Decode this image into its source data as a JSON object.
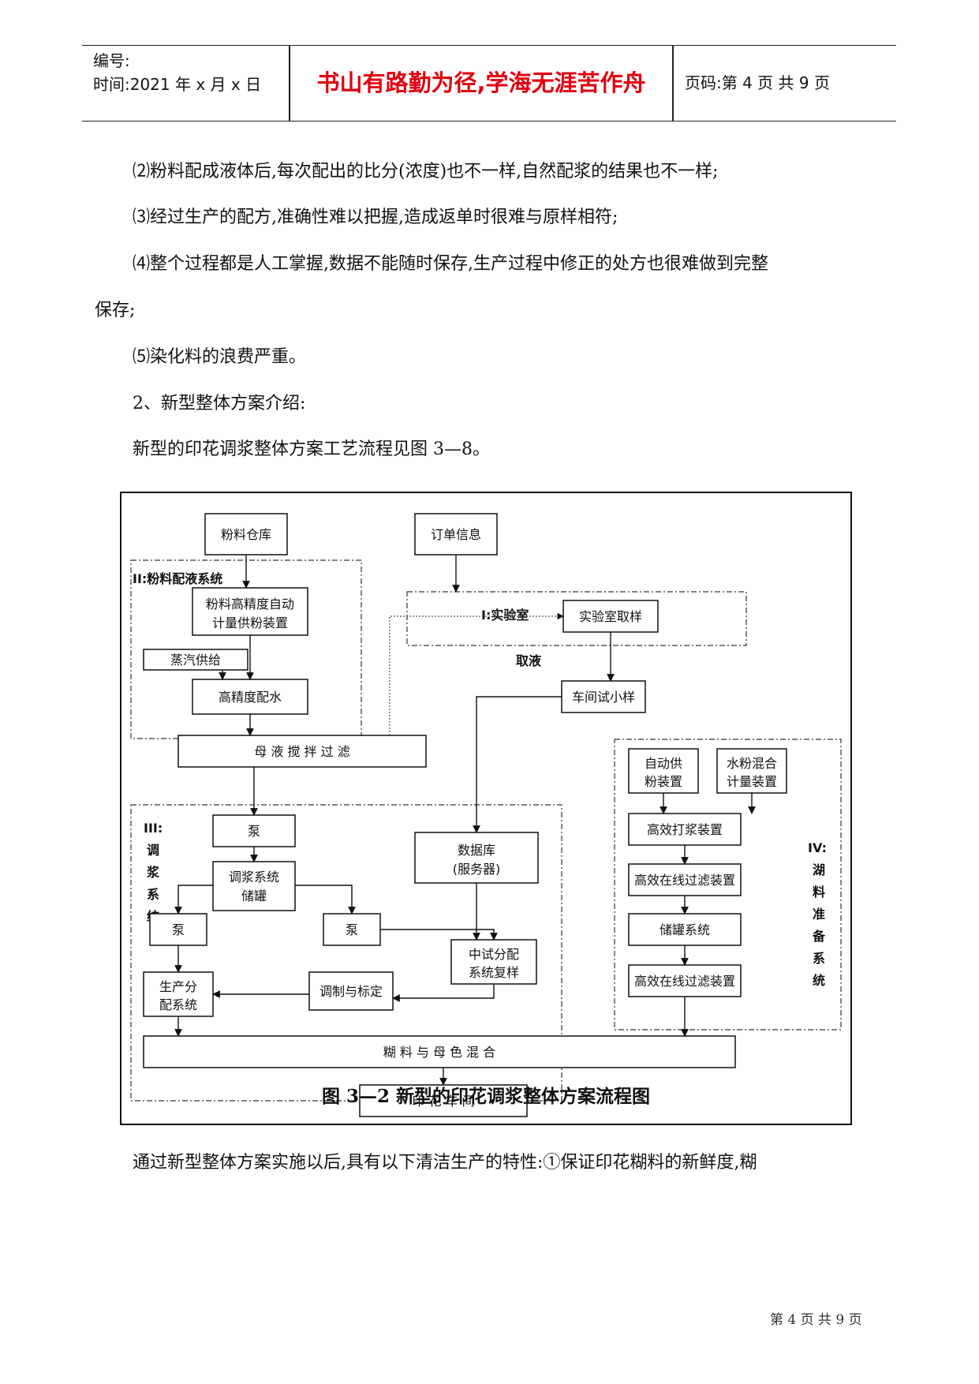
{
  "header": {
    "number_label": "编号:",
    "time_label": "时间:2021 年 x 月 x 日",
    "motto": "书山有路勤为径,学海无涯苦作舟",
    "page_label": "页码:第 4 页 共 9 页"
  },
  "body": {
    "p1": "⑵粉料配成液体后,每次配出的比分(浓度)也不一样,自然配浆的结果也不一样;",
    "p2": "⑶经过生产的配方,准确性难以把握,造成返单时很难与原样相符;",
    "p3a": "⑷整个过程都是人工掌握,数据不能随时保存,生产过程中修正的处方也很难做到完整",
    "p3b": "保存;",
    "p4": "⑸染化料的浪费严重。",
    "p5": "2、新型整体方案介绍:",
    "p6": "新型的印花调浆整体方案工艺流程见图 3—8。",
    "p7": "通过新型整体方案实施以后,具有以下清洁生产的特性:①保证印花糊料的新鲜度,糊"
  },
  "diagram": {
    "caption": "图 3—2   新型的印花调浆整体方案流程图",
    "groups": {
      "g2": "II:粉料配液系统",
      "g1": "I:实验室",
      "g1_sub": "取液",
      "g3": [
        "III:",
        "调",
        "浆",
        "系",
        "统"
      ],
      "g4": [
        "IV:",
        "湖",
        "料",
        "准",
        "备",
        "系",
        "统"
      ]
    },
    "nodes": {
      "powder_store": "粉料仓库",
      "order_info": "订单信息",
      "auto_feed": [
        "粉料高精度自动",
        "计量供粉装置"
      ],
      "steam": "蒸汽供给",
      "water": "高精度配水",
      "lab_sample": "实验室取样",
      "workshop_test": "车间试小样",
      "mother_liquor": "母 液 搅 拌 过 滤",
      "pump_top": "泵",
      "tank": [
        "调浆系统",
        "储罐"
      ],
      "pump_left": "泵",
      "pump_mid": "泵",
      "database": [
        "数据库",
        "(服务器)"
      ],
      "pilot": [
        "中试分配",
        "系统复样"
      ],
      "mix_calib": "调制与标定",
      "prod_dist": [
        "生产分",
        "配系统"
      ],
      "auto_powder": [
        "自动供",
        "粉装置"
      ],
      "water_powder": [
        "水粉混合",
        "计量装置"
      ],
      "beater": "高效打浆装置",
      "filter1": "高效在线过滤装置",
      "storage": "储罐系统",
      "filter2": "高效在线过滤装置",
      "paste_mix": "糊 料 与 母 色 混 合",
      "print_shop": "印 花 车 间"
    }
  },
  "footer": "第 4 页 共 9 页"
}
